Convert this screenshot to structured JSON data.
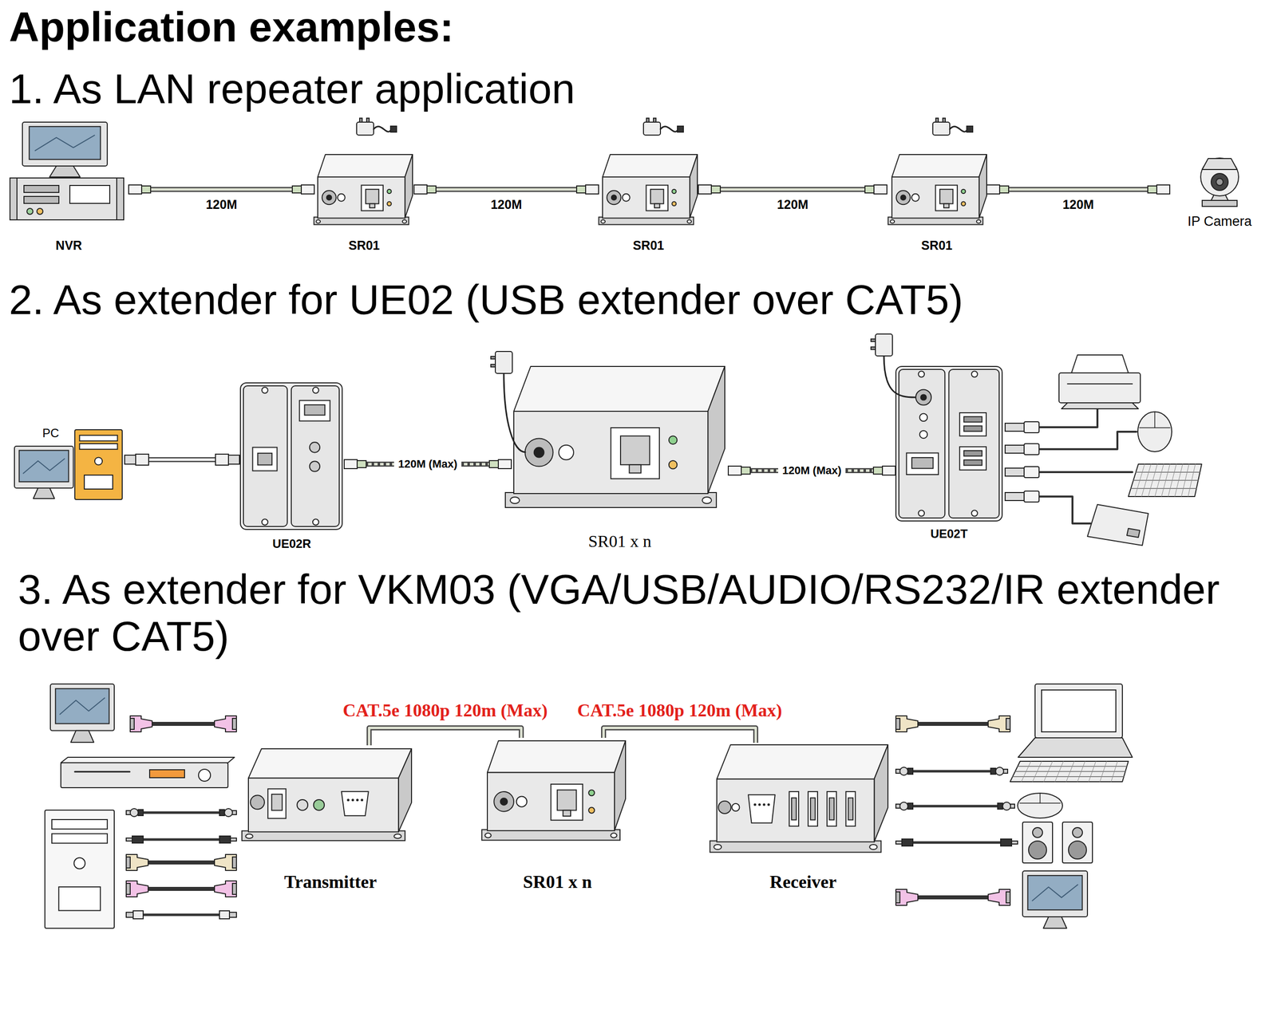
{
  "diagram": {
    "title": "Application examples:",
    "nodes": [
      {
        "text": [
          "NVR"
        ]
      },
      {
        "text": [
          "SR01"
        ]
      },
      {
        "text": [
          "SR01"
        ]
      },
      {
        "text": [
          "SR01"
        ]
      },
      {
        "text": [
          "IP Camera"
        ]
      },
      {
        "text": [
          "PC"
        ]
      },
      {
        "text": [
          "UE02R"
        ]
      },
      {
        "text": [
          "SR01 x n"
        ]
      },
      {
        "text": [
          "UE02T"
        ]
      },
      {
        "text": [
          "Transmitter"
        ]
      },
      {
        "text": [
          "SR01 x n"
        ]
      },
      {
        "text": [
          "Receiver"
        ]
      }
    ],
    "edges": [
      {
        "from": 0,
        "to": 1,
        "label": "120M",
        "arrow": "none"
      },
      {
        "from": 1,
        "to": 2,
        "label": "120M",
        "arrow": "none"
      },
      {
        "from": 2,
        "to": 3,
        "label": "120M",
        "arrow": "none"
      },
      {
        "from": 3,
        "to": 4,
        "label": "120M",
        "arrow": "none"
      },
      {
        "from": 5,
        "to": 6,
        "arrow": "none"
      },
      {
        "from": 6,
        "to": 7,
        "label": "120M (Max)",
        "arrow": "none"
      },
      {
        "from": 7,
        "to": 8,
        "label": "120M (Max)",
        "arrow": "none"
      },
      {
        "from": 9,
        "to": 10,
        "label": "CAT.5e 1080p 120m (Max)",
        "arrow": "none"
      },
      {
        "from": 10,
        "to": 11,
        "label": "CAT.5e 1080p 120m (Max)",
        "arrow": "none"
      }
    ],
    "labels": [
      "1. As LAN repeater application",
      "2. As extender for UE02 (USB extender over CAT5)",
      "3. As extender for VKM03 (VGA/USB/AUDIO/RS232/IR extender over CAT5)"
    ]
  }
}
